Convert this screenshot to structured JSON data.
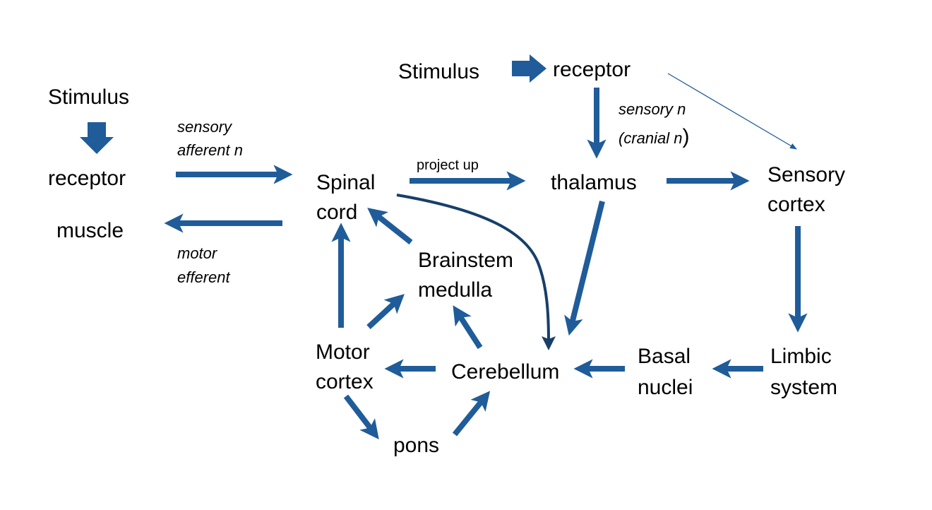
{
  "nodes": {
    "stimulus_left": "Stimulus",
    "receptor_left": "receptor",
    "muscle": "muscle",
    "spinal_cord_1": "Spinal",
    "spinal_cord_2": "cord",
    "stimulus_top": "Stimulus",
    "receptor_top": "receptor",
    "thalamus": "thalamus",
    "sensory_cortex_1": "Sensory",
    "sensory_cortex_2": "cortex",
    "brainstem_1": "Brainstem",
    "brainstem_2": "medulla",
    "motor_cortex_1": "Motor",
    "motor_cortex_2": "cortex",
    "cerebellum": "Cerebellum",
    "basal_nuclei_1": "Basal",
    "basal_nuclei_2": "nuclei",
    "limbic_system_1": "Limbic",
    "limbic_system_2": "system",
    "pons": "pons"
  },
  "labels": {
    "sensory_afferent_1": "sensory",
    "sensory_afferent_2": "afferent n",
    "motor_efferent_1": "motor",
    "motor_efferent_2": "efferent",
    "project_up": "project up",
    "sensory_n": "sensory n",
    "cranial_n": "cranial n",
    "cranial_open": "(",
    "cranial_close": ")"
  },
  "colors": {
    "arrow": "#1f5c99",
    "curve_arrow": "#173f6a",
    "text": "#000000"
  }
}
